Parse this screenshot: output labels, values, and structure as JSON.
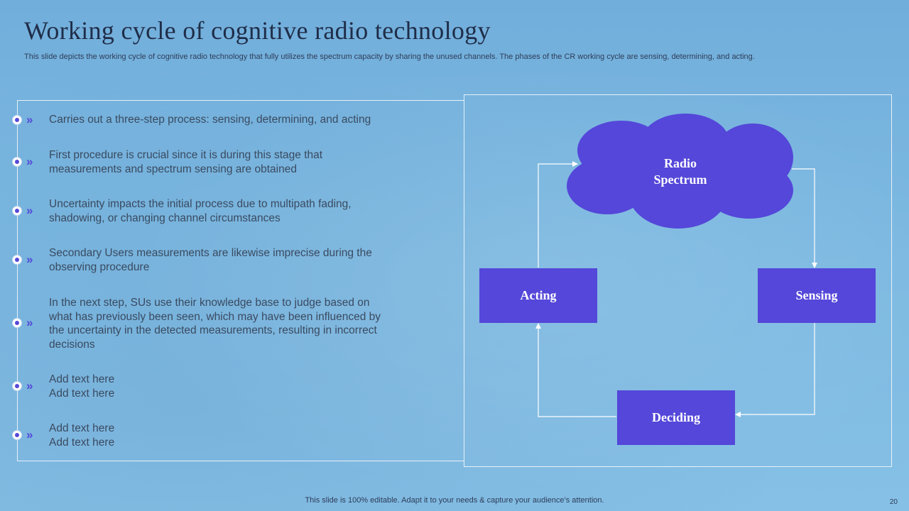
{
  "header": {
    "title": "Working cycle of  cognitive radio technology",
    "subtitle": "This slide depicts the working cycle of cognitive radio technology that fully utilizes the spectrum capacity by sharing the unused channels. The phases of the CR working cycle are sensing, determining, and acting."
  },
  "bullets": [
    {
      "text": "Carries out a three-step process: sensing, determining, and acting"
    },
    {
      "text": "First procedure is crucial since it is during this stage that measurements and spectrum sensing are obtained"
    },
    {
      "text": "Uncertainty impacts the initial process due to multipath fading, shadowing, or changing channel circumstances"
    },
    {
      "text": "Secondary Users measurements are likewise imprecise during the observing procedure"
    },
    {
      "text": "In the next step, SUs use their knowledge base to judge based on what has previously been seen, which may have been influenced by the uncertainty in the detected measurements, resulting in incorrect decisions"
    },
    {
      "text": "Add text here\nAdd text here"
    },
    {
      "text": "Add text here\nAdd text here"
    }
  ],
  "bullet_marker": "»",
  "diagram": {
    "cloud_label_line1": "Radio",
    "cloud_label_line2": "Spectrum",
    "acting": "Acting",
    "sensing": "Sensing",
    "deciding": "Deciding"
  },
  "colors": {
    "accent": "#5447d9",
    "title": "#1f2d48",
    "body_text": "#3a4a60",
    "background": "#7ab7e0"
  },
  "footer": {
    "note": "This slide is 100% editable. Adapt it to your needs & capture your audience’s attention.",
    "page_number": "20"
  }
}
